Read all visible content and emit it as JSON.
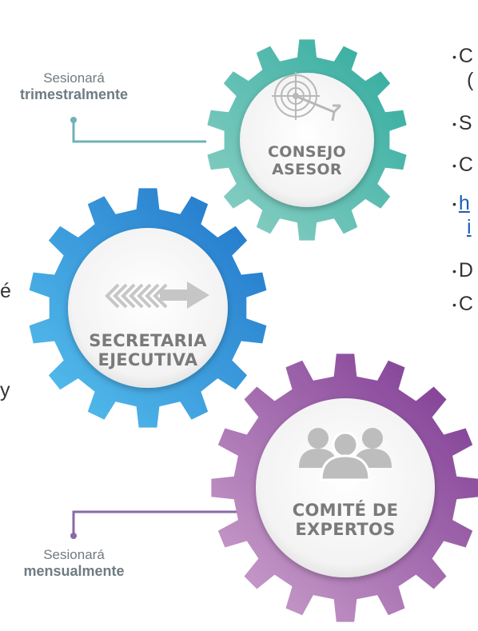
{
  "diagram": {
    "gears": [
      {
        "id": "consejo",
        "title_lines": [
          "CONSEJO",
          "ASESOR"
        ],
        "icon": "target-icon",
        "color_start": "#2eaa9d",
        "color_end": "#8fd1c6"
      },
      {
        "id": "secretaria",
        "title_lines": [
          "SECRETARIA",
          "EJECUTIVA"
        ],
        "icon": "arrow-icon",
        "color_start": "#1f73c8",
        "color_end": "#58c3ef"
      },
      {
        "id": "comite",
        "title_lines": [
          "COMITÉ DE",
          "EXPERTOS"
        ],
        "icon": "people-icon",
        "color_start": "#8a3d92",
        "color_end": "#c79ac9"
      }
    ],
    "labels": {
      "consejo": {
        "top": "Sesionará",
        "bottom": "trimestralmente"
      },
      "comite": {
        "top": "Sesionará",
        "bottom": "mensualmente"
      }
    },
    "colors": {
      "label_text": "#6f7b82",
      "connector_teal": "#6fb2b6",
      "connector_purple": "#8a6aa8",
      "gear_title": "#7a7a7a",
      "link": "#1a5fb4"
    }
  },
  "right_list": {
    "items": [
      {
        "text": "C",
        "link": false
      },
      {
        "text": "(",
        "link": false,
        "indent": true
      },
      {
        "text": "S",
        "link": false
      },
      {
        "text": "C",
        "link": false
      },
      {
        "text": "h",
        "link": true
      },
      {
        "text": "i",
        "link": true,
        "indent": true
      },
      {
        "text": "D",
        "link": false
      },
      {
        "text": "C",
        "link": false
      }
    ]
  },
  "left_fragments": [
    "é",
    "y"
  ]
}
